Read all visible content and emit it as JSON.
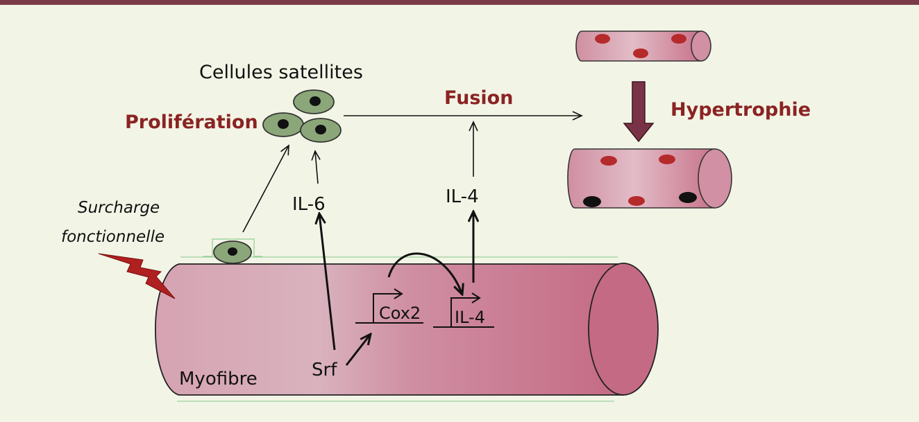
{
  "labels": {
    "satellite_cells": "Cellules satellites",
    "proliferation": "Prolifération",
    "fusion": "Fusion",
    "hypertrophy": "Hypertrophie",
    "overload_line1": "Surcharge",
    "overload_line2": "fonctionnelle",
    "il6": "IL-6",
    "il4_top": "IL-4",
    "cox2_gene": "Cox2",
    "il4_gene": "IL-4",
    "srf": "Srf",
    "myofibre": "Myofibre"
  },
  "colors": {
    "top_bar": "#7a3a48",
    "background": "#f2f5e6",
    "fiber_light": "#d9aebb",
    "fiber_dark": "#c76b84",
    "cell_body": "#8ba779",
    "nucleus": "#111111",
    "red_nucleus": "#b52a2a",
    "accent_text": "#8b2323",
    "bolt": "#b02020",
    "down_arrow": "#7a3346"
  }
}
